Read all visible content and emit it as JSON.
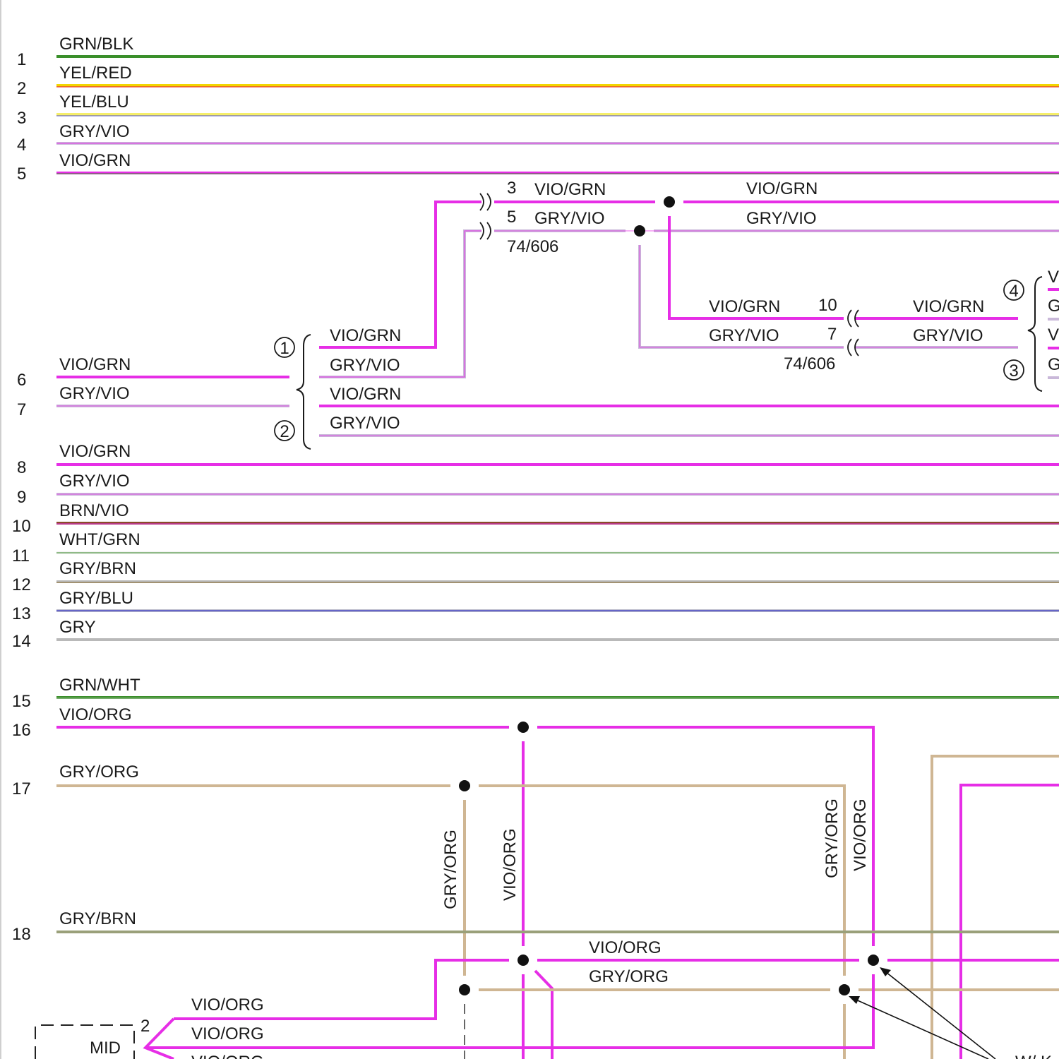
{
  "row_numbers": [
    "1",
    "2",
    "3",
    "4",
    "5",
    "6",
    "7",
    "8",
    "9",
    "10",
    "11",
    "12",
    "13",
    "14",
    "15",
    "16",
    "17",
    "18"
  ],
  "wires": {
    "w1": "GRN/BLK",
    "w2": "YEL/RED",
    "w3": "YEL/BLU",
    "w4": "GRY/VIO",
    "w5": "VIO/GRN",
    "w6": "VIO/GRN",
    "w7": "GRY/VIO",
    "w8": "VIO/GRN",
    "w9": "GRY/VIO",
    "w10": "BRN/VIO",
    "w11": "WHT/GRN",
    "w12": "GRY/BRN",
    "w13": "GRY/BLU",
    "w14": "GRY",
    "w15": "GRN/WHT",
    "w16": "VIO/ORG",
    "w17": "GRY/ORG",
    "w18": "GRY/BRN"
  },
  "connector_top": {
    "pin_a": "3",
    "pin_b": "5",
    "label_a": "VIO/GRN",
    "label_b": "GRY/VIO",
    "code": "74/606",
    "right_a": "VIO/GRN",
    "right_b": "GRY/VIO"
  },
  "connector_mid": {
    "pin_a": "10",
    "pin_b": "7",
    "left_a": "VIO/GRN",
    "left_b": "GRY/VIO",
    "right_a": "VIO/GRN",
    "right_b": "GRY/VIO",
    "code": "74/606"
  },
  "branch_group": {
    "c1": "1",
    "c2": "2",
    "l1": "VIO/GRN",
    "l2": "GRY/VIO",
    "l3": "VIO/GRN",
    "l4": "GRY/VIO"
  },
  "right_group": {
    "c4": "4",
    "c3": "3",
    "cut1": "V",
    "cut2": "G",
    "cut3": "V",
    "cut4": "G"
  },
  "vertical_labels": {
    "v1": "GRY/ORG",
    "v2": "VIO/ORG",
    "v3": "GRY/ORG",
    "v4": "VIO/ORG"
  },
  "bottom_labels": {
    "b1": "VIO/ORG",
    "b2": "GRY/ORG",
    "b3": "VIO/ORG",
    "b4": "VIO/ORG",
    "b5": "VIO/ORG"
  },
  "mid_box": {
    "label": "MID",
    "pin": "2"
  },
  "cut_right_label": "W/ K",
  "colors": {
    "green": "#3a8f2a",
    "yellow": "#f2d600",
    "red": "#e8362d",
    "violet": "#e62ee6",
    "gray": "#b9b9b9",
    "brown": "#8a4b2a",
    "blue": "#4a4ac8",
    "tan": "#cfb693",
    "olive": "#9aa07a"
  }
}
